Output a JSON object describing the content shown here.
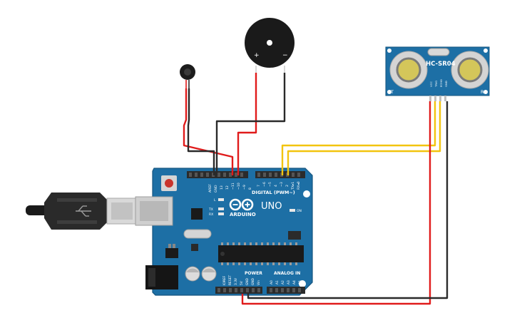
{
  "board": {
    "logo_text": "ARDUINO",
    "model": "UNO",
    "digital_label": "DIGITAL (PWM~)",
    "power_label": "POWER",
    "analog_label": "ANALOG IN",
    "on_label": "ON",
    "led_l": "L",
    "led_tx": "TX",
    "led_rx": "RX",
    "top_pins": [
      "AREF",
      "GND",
      "13",
      "12",
      "~11",
      "~10",
      "~9",
      "8",
      "7",
      "~6",
      "~5",
      "4",
      "~3",
      "2",
      "TX▸1",
      "RX◂0"
    ],
    "power_pins": [
      "IOREF",
      "RESET",
      "3.3V",
      "5V",
      "GND",
      "GND",
      "Vin"
    ],
    "analog_pins": [
      "A0",
      "A1",
      "A2",
      "A3",
      "A4",
      "A5"
    ]
  },
  "sensor": {
    "label": "HC-SR04",
    "pins": [
      "VCC",
      "TRIG",
      "ECHO",
      "GND"
    ],
    "left_mark": "T",
    "right_mark": "R"
  },
  "buzzer": {
    "plus": "+",
    "minus": "−"
  },
  "colors": {
    "board": "#1d6fa5",
    "wire_red": "#e01b1b",
    "wire_black": "#2a2a2a",
    "wire_yellow": "#f2c40f",
    "header": "#2b2b2b"
  }
}
